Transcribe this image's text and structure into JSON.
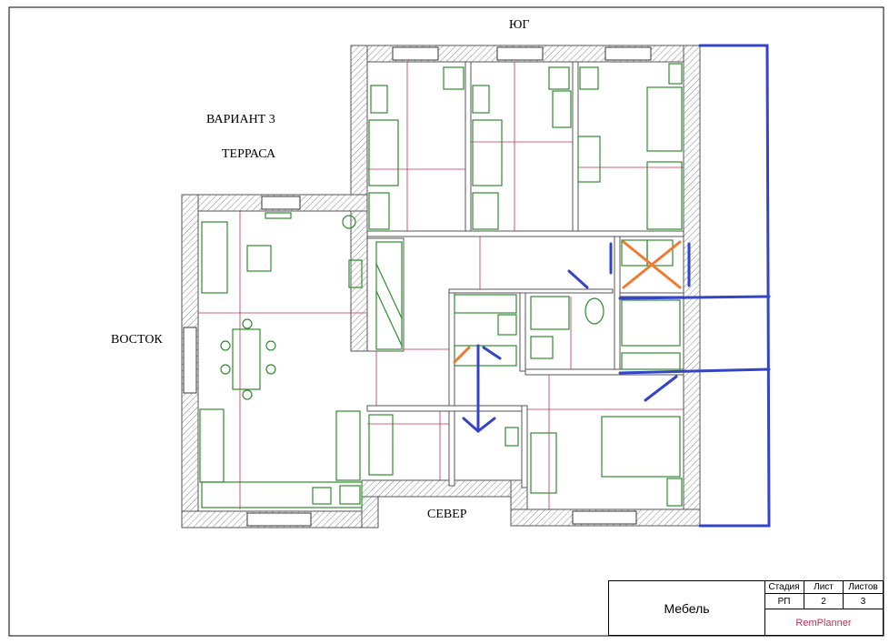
{
  "labels": {
    "south": "ЮГ",
    "north": "СЕВЕР",
    "east": "ВОСТОК",
    "variant": "ВАРИАНТ 3",
    "terrace": "ТЕРРАСА"
  },
  "stamp": {
    "title": "Мебель",
    "headers": [
      "Стадия",
      "Лист",
      "Листов"
    ],
    "values": [
      "РП",
      "2",
      "3"
    ],
    "brand": "RemPlanner"
  },
  "colors": {
    "wall": "#8a8a8a",
    "furniture": "#2e8b2e",
    "axis": "#c0305a",
    "annotation_blue": "#3344c8",
    "annotation_orange": "#f07a30"
  }
}
